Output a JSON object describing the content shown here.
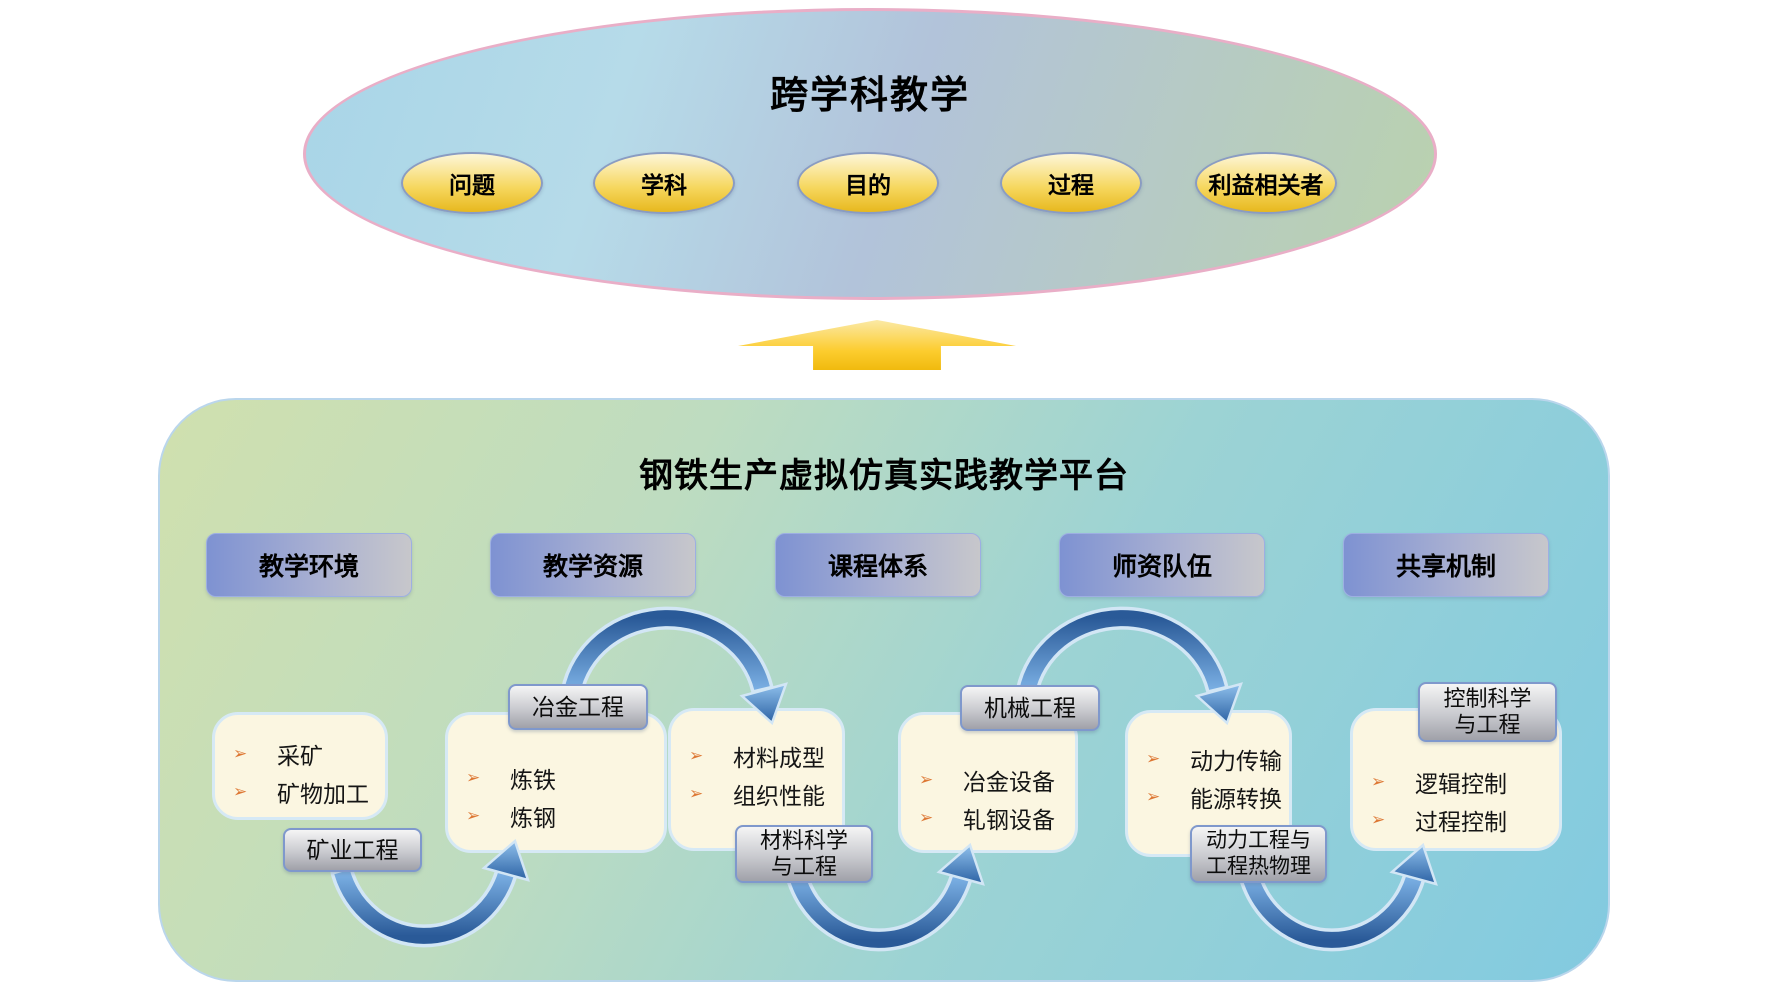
{
  "diagram": {
    "top": {
      "title": "跨学科教学",
      "nodes": [
        {
          "label": "问题"
        },
        {
          "label": "学科"
        },
        {
          "label": "目的"
        },
        {
          "label": "过程"
        },
        {
          "label": "利益相关者"
        }
      ]
    },
    "platform": {
      "title": "钢铁生产虚拟仿真实践教学平台",
      "pillars": [
        {
          "label": "教学环境"
        },
        {
          "label": "教学资源"
        },
        {
          "label": "课程体系"
        },
        {
          "label": "师资队伍"
        },
        {
          "label": "共享机制"
        }
      ],
      "bullet_glyph": "➢",
      "disciplines": [
        {
          "name": "矿业工程",
          "name_lines": [
            "矿业工程"
          ],
          "label_position": "bottom",
          "courses": [
            "采矿",
            "矿物加工"
          ]
        },
        {
          "name": "冶金工程",
          "name_lines": [
            "冶金工程"
          ],
          "label_position": "top",
          "courses": [
            "炼铁",
            "炼钢"
          ]
        },
        {
          "name": "材料科学与工程",
          "name_lines": [
            "材料科学",
            "与工程"
          ],
          "label_position": "bottom",
          "courses": [
            "材料成型",
            "组织性能"
          ]
        },
        {
          "name": "机械工程",
          "name_lines": [
            "机械工程"
          ],
          "label_position": "top",
          "courses": [
            "冶金设备",
            "轧钢设备"
          ]
        },
        {
          "name": "动力工程与工程热物理",
          "name_lines": [
            "动力工程与",
            "工程热物理"
          ],
          "label_position": "bottom",
          "courses": [
            "动力传输",
            "能源转换"
          ]
        },
        {
          "name": "控制科学与工程",
          "name_lines": [
            "控制科学",
            "与工程"
          ],
          "label_position": "top",
          "courses": [
            "逻辑控制",
            "过程控制"
          ]
        }
      ]
    },
    "colors": {
      "node_fill_top": "#fdf6d8",
      "node_fill_bottom": "#e7b81e",
      "node_border": "#8a9cc2",
      "big_ellipse_border": "#e9aec7",
      "up_arrow_gold": "#fcc520",
      "panel_green": "#d0e0ae",
      "panel_blue": "#82cae0",
      "pillar_blue": "#7e92d2",
      "pillar_gray": "#c7c7cb",
      "course_box_fill": "#fbf6e1",
      "course_box_border": "#d6e9f5",
      "label_border": "#7f98cc",
      "arrow_blue_dark": "#2a5a98",
      "arrow_blue_light": "#7db2e6",
      "bullet_orange": "#dd7733"
    }
  }
}
